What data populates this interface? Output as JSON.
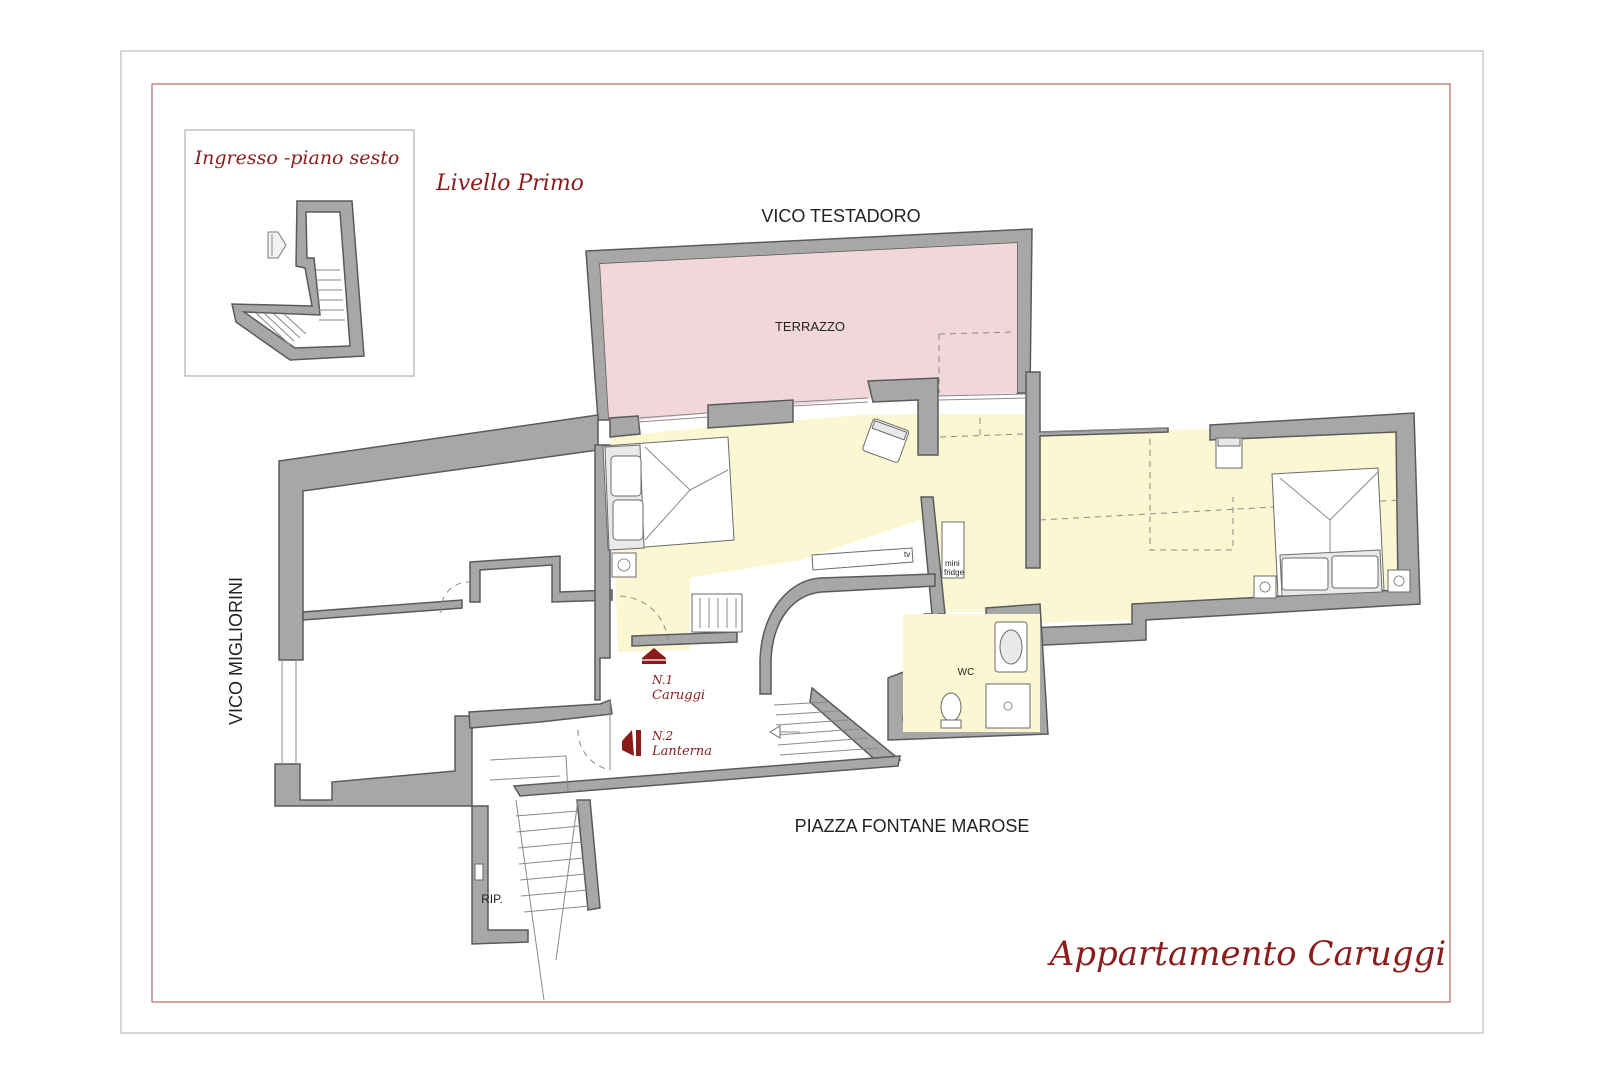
{
  "title": "Appartamento Caruggi",
  "level": "Livello Primo",
  "inset": {
    "title": "Ingresso -piano sesto"
  },
  "streets": {
    "north": "VICO TESTADORO",
    "west": "VICO MIGLIORINI",
    "south": "PIAZZA FONTANE MAROSE"
  },
  "rooms": {
    "terrace": "TERRAZZO",
    "wc": "WC",
    "storage": "RIP."
  },
  "fixtures": {
    "tv": "tv",
    "minifridge_line1": "mini",
    "minifridge_line2": "fridge"
  },
  "entrances": [
    {
      "number": "N.1",
      "name": "Caruggi"
    },
    {
      "number": "N.2",
      "name": "Lanterna"
    }
  ],
  "colors": {
    "frame": "#b46a6a",
    "terrace": "#f1d6da",
    "apartment": "#fbf7d2",
    "accent": "#8b1c1c",
    "wall": "#a7a7a7"
  }
}
